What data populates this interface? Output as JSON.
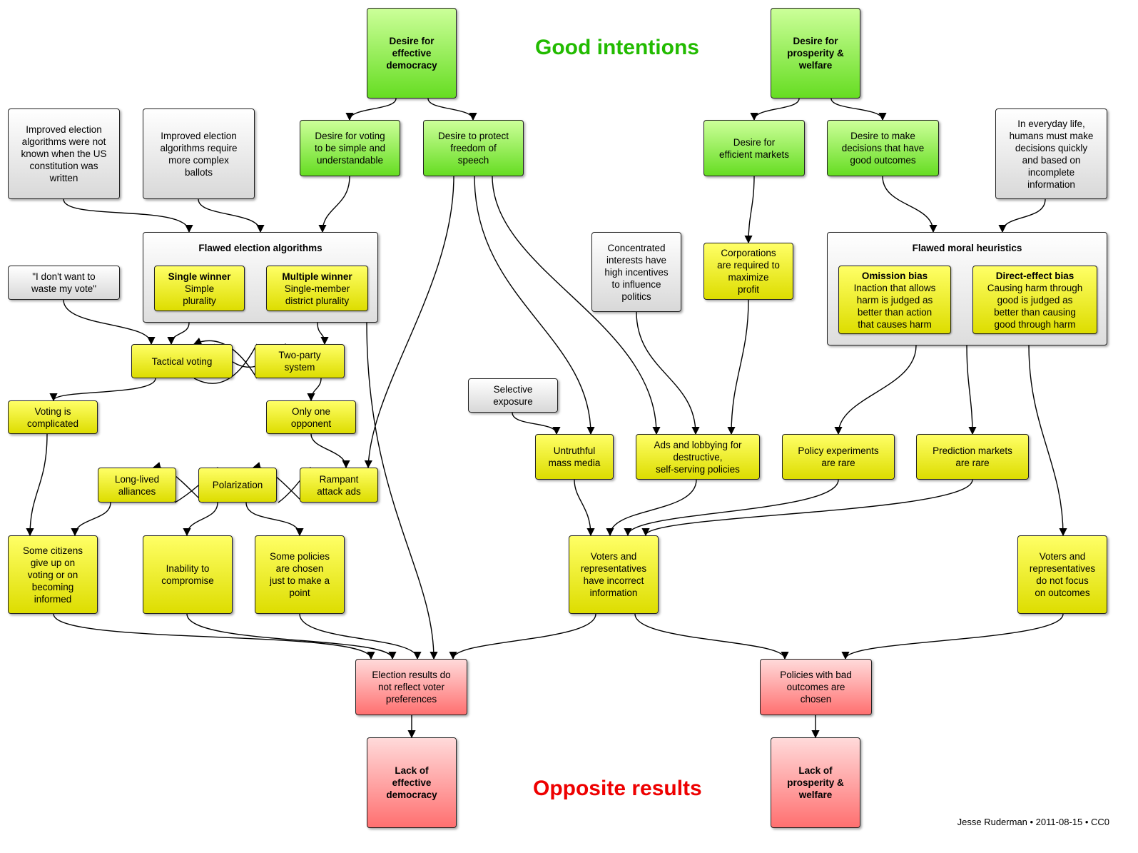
{
  "headings": {
    "good": "Good intentions",
    "good_color": "#22bb00",
    "bad": "Opposite results",
    "bad_color": "#ee0000"
  },
  "credit": "Jesse Ruderman • 2011-08-15 • CC0",
  "nodes": {
    "democracy": "Desire for\neffective\ndemocracy",
    "prosperity": "Desire for\nprosperity &\nwelfare",
    "improved_not_known": "Improved election\nalgorithms were not\nknown when the US\nconstitution was\nwritten",
    "improved_complex": "Improved election\nalgorithms require\nmore complex\nballots",
    "voting_simple": "Desire for voting\nto be simple and\nunderstandable",
    "free_speech": "Desire to protect\nfreedom of\nspeech",
    "efficient_markets": "Desire for\nefficient markets",
    "good_outcomes": "Desire to make\ndecisions that have\ngood outcomes",
    "everyday_life": "In everyday life,\nhumans must make\ndecisions quickly\nand based on\nincomplete\ninformation",
    "waste_vote": "\"I don't want to\nwaste my vote\"",
    "concentrated": "Concentrated\ninterests have\nhigh incentives\nto influence\npolitics",
    "corporations": "Corporations\nare required to\nmaximize\nprofit",
    "tactical": "Tactical voting",
    "two_party": "Two-party\nsystem",
    "voting_complicated": "Voting is\ncomplicated",
    "only_one": "Only one\nopponent",
    "selective": "Selective\nexposure",
    "untruthful": "Untruthful\nmass media",
    "ads": "Ads and lobbying for\ndestructive,\nself-serving policies",
    "policy_experiments": "Policy experiments\nare rare",
    "prediction_markets": "Prediction markets\nare rare",
    "long_lived": "Long-lived\nalliances",
    "polarization": "Polarization",
    "rampant": "Rampant\nattack ads",
    "give_up": "Some citizens\ngive up on\nvoting or on\nbecoming\ninformed",
    "compromise": "Inability to\ncompromise",
    "make_point": "Some policies\nare chosen\njust to make a\npoint",
    "incorrect_info": "Voters and\nrepresentatives\nhave incorrect\ninformation",
    "no_focus": "Voters and\nrepresentatives\ndo not focus\non outcomes",
    "election_results": "Election results do\nnot reflect voter\npreferences",
    "bad_policies": "Policies with bad\noutcomes are\nchosen",
    "lack_democracy": "Lack of\neffective\ndemocracy",
    "lack_prosperity": "Lack of\nprosperity &\nwelfare"
  },
  "groups": {
    "flawed_election": {
      "title": "Flawed election algorithms",
      "single_head": "Single winner",
      "single_body": "Simple\nplurality",
      "multi_head": "Multiple winner",
      "multi_body": "Single-member\ndistrict plurality"
    },
    "flawed_moral": {
      "title": "Flawed moral heuristics",
      "omission_head": "Omission bias",
      "omission_body": "Inaction that allows\nharm is judged as\nbetter than action\nthat causes harm",
      "direct_head": "Direct-effect bias",
      "direct_body": "Causing harm through\ngood is judged as\nbetter than causing\ngood through harm"
    }
  }
}
